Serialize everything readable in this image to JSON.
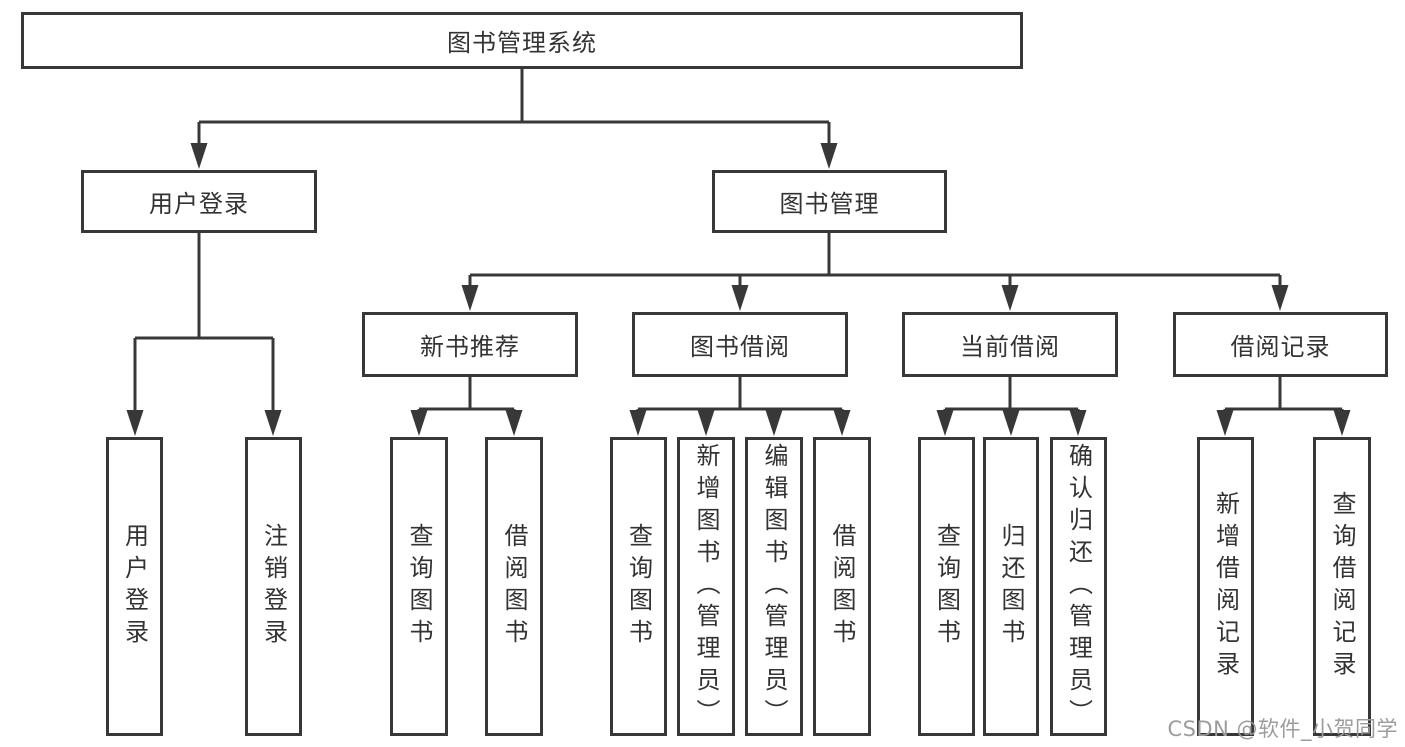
{
  "diagram_title": "图书管理系统",
  "watermark": "CSDN @软件_小贺同学",
  "colors": {
    "line": "#383838",
    "text": "#333333",
    "background": "#ffffff",
    "watermark": "#9c9c9c"
  },
  "nodes": {
    "root": "图书管理系统",
    "user_login": "用户登录",
    "book_mgmt": "图书管理",
    "new_book": "新书推荐",
    "book_borrow": "图书借阅",
    "current_borrow": "当前借阅",
    "borrow_records": "借阅记录",
    "leaf_login": "用户登录",
    "leaf_logout": "注销登录",
    "rec_query": "查询图书",
    "rec_borrow": "借阅图书",
    "bb_query": "查询图书",
    "bb_add": "新增图书（管理员）",
    "bb_edit": "编辑图书（管理员）",
    "bb_borrow": "借阅图书",
    "cb_query": "查询图书",
    "cb_return": "归还图书",
    "cb_confirm": "确认归还（管理员）",
    "br_add": "新增借阅记录",
    "br_query": "查询借阅记录"
  },
  "hierarchy": {
    "图书管理系统": {
      "用户登录": [
        "用户登录",
        "注销登录"
      ],
      "图书管理": {
        "新书推荐": [
          "查询图书",
          "借阅图书"
        ],
        "图书借阅": [
          "查询图书",
          "新增图书（管理员）",
          "编辑图书（管理员）",
          "借阅图书"
        ],
        "当前借阅": [
          "查询图书",
          "归还图书",
          "确认归还（管理员）"
        ],
        "借阅记录": [
          "新增借阅记录",
          "查询借阅记录"
        ]
      }
    }
  }
}
